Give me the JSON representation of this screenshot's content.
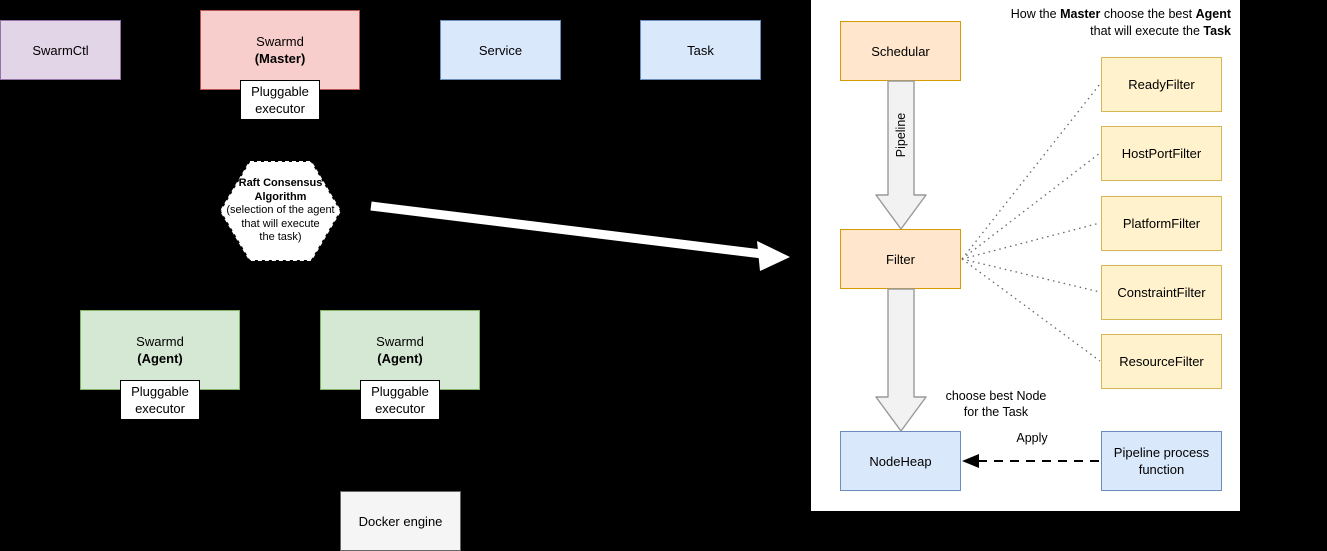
{
  "colors": {
    "background": "#000000",
    "panel_bg": "#ffffff",
    "purple_fill": "#e1d5e7",
    "purple_stroke": "#9673a6",
    "pink_fill": "#f8cecc",
    "pink_stroke": "#b85450",
    "blue_fill": "#dae8fc",
    "blue_stroke": "#6c8ebf",
    "green_fill": "#d5e8d4",
    "green_stroke": "#82b366",
    "grey_fill": "#f5f5f5",
    "grey_stroke": "#666666",
    "orange_fill": "#ffe6cc",
    "orange_stroke": "#d79b00",
    "yellow_fill": "#fff2cc",
    "yellow_stroke": "#d6b656",
    "white_fill": "#ffffff",
    "arrow_white": "#ffffff"
  },
  "left_diagram": {
    "swarmctl": {
      "label": "SwarmCtl"
    },
    "master": {
      "label": "Swarmd",
      "sub": "(Master)"
    },
    "master_executor": {
      "line1": "Pluggable",
      "line2": "executor"
    },
    "service": {
      "label": "Service"
    },
    "task": {
      "label": "Task"
    },
    "hexagon": {
      "title_line1": "Raft Consensus",
      "title_line2": "Algorithm",
      "body_line1": "(selection of the agent",
      "body_line2": "that will execute",
      "body_line3": "the task)"
    },
    "agents": [
      {
        "label": "Swarmd",
        "sub": "(Agent)",
        "executor_line1": "Pluggable",
        "executor_line2": "executor"
      },
      {
        "label": "Swarmd",
        "sub": "(Agent)",
        "executor_line1": "Pluggable",
        "executor_line2": "executor"
      }
    ],
    "docker_engine": {
      "label": "Docker engine"
    }
  },
  "panel": {
    "title_prefix": "How the ",
    "title_master": "Master",
    "title_mid": " choose the best ",
    "title_agent": "Agent",
    "title_line2_prefix": "that will execute the ",
    "title_task": "Task",
    "schedular": {
      "label": "Schedular"
    },
    "filter": {
      "label": "Filter"
    },
    "pipeline_label": "Pipeline",
    "choose_label_line1": "choose best Node",
    "choose_label_line2": "for the Task",
    "apply_label": "Apply",
    "nodeheap": {
      "label": "NodeHeap"
    },
    "pipeline_process": {
      "line1": "Pipeline process",
      "line2": "function"
    },
    "filters": [
      {
        "label": "ReadyFilter"
      },
      {
        "label": "HostPortFilter"
      },
      {
        "label": "PlatformFilter"
      },
      {
        "label": "ConstraintFilter"
      },
      {
        "label": "ResourceFilter"
      }
    ]
  }
}
